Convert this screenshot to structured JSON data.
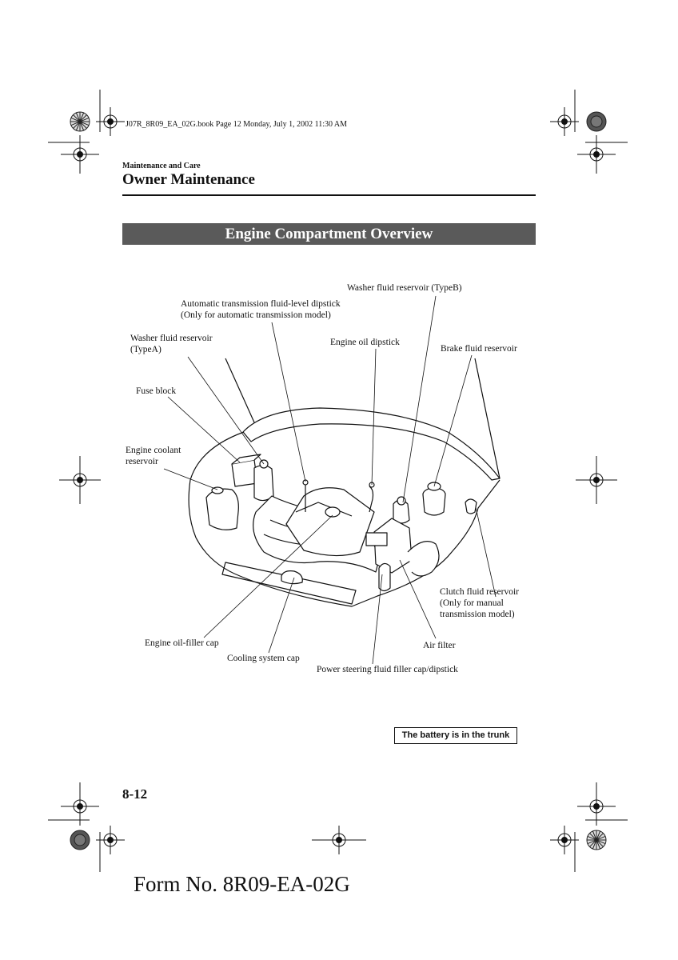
{
  "print_header": "J07R_8R09_EA_02G.book  Page 12  Monday, July 1, 2002  11:30 AM",
  "section_label": "Maintenance and Care",
  "page_title": "Owner Maintenance",
  "banner_title": "Engine Compartment Overview",
  "callouts": {
    "washer_b": "Washer fluid reservoir (TypeB)",
    "atf_line1": "Automatic transmission fluid-level dipstick",
    "atf_line2": "(Only for automatic transmission model)",
    "washer_a_line1": "Washer fluid reservoir",
    "washer_a_line2": "(TypeA)",
    "engine_oil_dipstick": "Engine oil dipstick",
    "brake_fluid": "Brake fluid reservoir",
    "fuse_block": "Fuse block",
    "coolant_line1": "Engine coolant",
    "coolant_line2": "reservoir",
    "clutch_line1": "Clutch fluid reservoir",
    "clutch_line2": "(Only for manual",
    "clutch_line3": "transmission model)",
    "oil_filler": "Engine oil-filler cap",
    "air_filter": "Air filter",
    "cooling_cap": "Cooling system cap",
    "power_steering": "Power steering fluid filler cap/dipstick"
  },
  "battery_note": "The battery is in the trunk",
  "page_number": "8-12",
  "form_number": "Form No. 8R09-EA-02G"
}
